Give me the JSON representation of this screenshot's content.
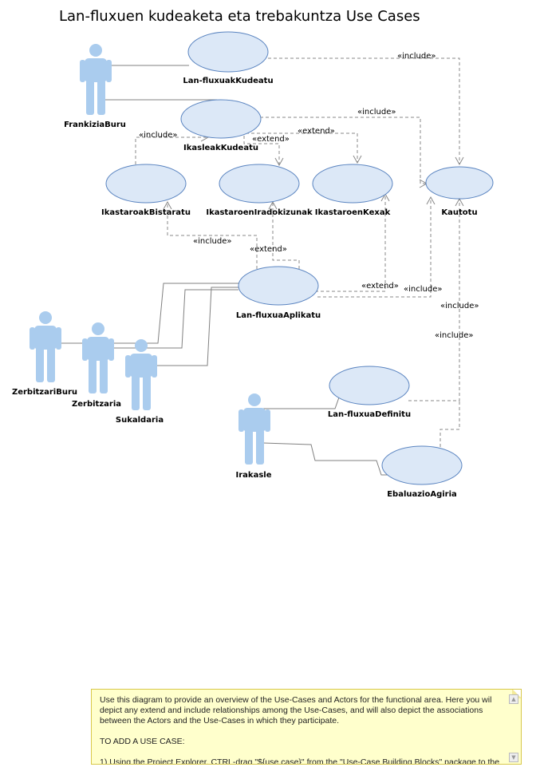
{
  "diagram": {
    "title": "Lan-fluxuen kudeaketa eta trebakuntza Use Cases",
    "use_cases": {
      "lan_fluxuak_kudeatu": "Lan-fluxuakKudeatu",
      "ikasleak_kudeatu": "IkasleakKudeatu",
      "ikastaroak_bistaratu": "IkastaroakBistaratu",
      "ikastaroen_iradokizunak": "IkastaroenIradokizunak",
      "ikastaroen_kexak": "IkastaroenKexak",
      "kautotu": "Kautotu",
      "lan_fluxua_aplikatu": "Lan-fluxuaAplikatu",
      "lan_fluxua_definitu": "Lan-fluxuaDefinitu",
      "ebaluazio_agiria": "EbaluazioAgiria"
    },
    "actors": {
      "frankizia_buru": "FrankiziaBuru",
      "zerbitzari_buru": "ZerbitzariBuru",
      "zerbitzaria": "Zerbitzaria",
      "sukaldaria": "Sukaldaria",
      "irakasle": "Irakasle"
    },
    "stereotypes": {
      "include": "«include»",
      "extend": "«extend»"
    }
  },
  "note": {
    "text": "Use this diagram to provide an overview of the Use-Cases and Actors for the functional area. Here you wil depict any extend and include relationships among the Use-Cases, and will also depict the associations between the Actors and the Use-Cases in which they participate.\n\nTO ADD A USE CASE:\n\n1) Using the Project Explorer, CTRL-drag \"${use.case}\" from the \"Use-Case Building Blocks\" package to the"
  },
  "colors": {
    "use_case_fill": "#dce8f7",
    "use_case_stroke": "#5a84c0",
    "actor": "#aaccee",
    "note_bg": "#ffffcc"
  },
  "icons": [
    "actor-icon",
    "scroll-up-icon",
    "scroll-down-icon"
  ]
}
